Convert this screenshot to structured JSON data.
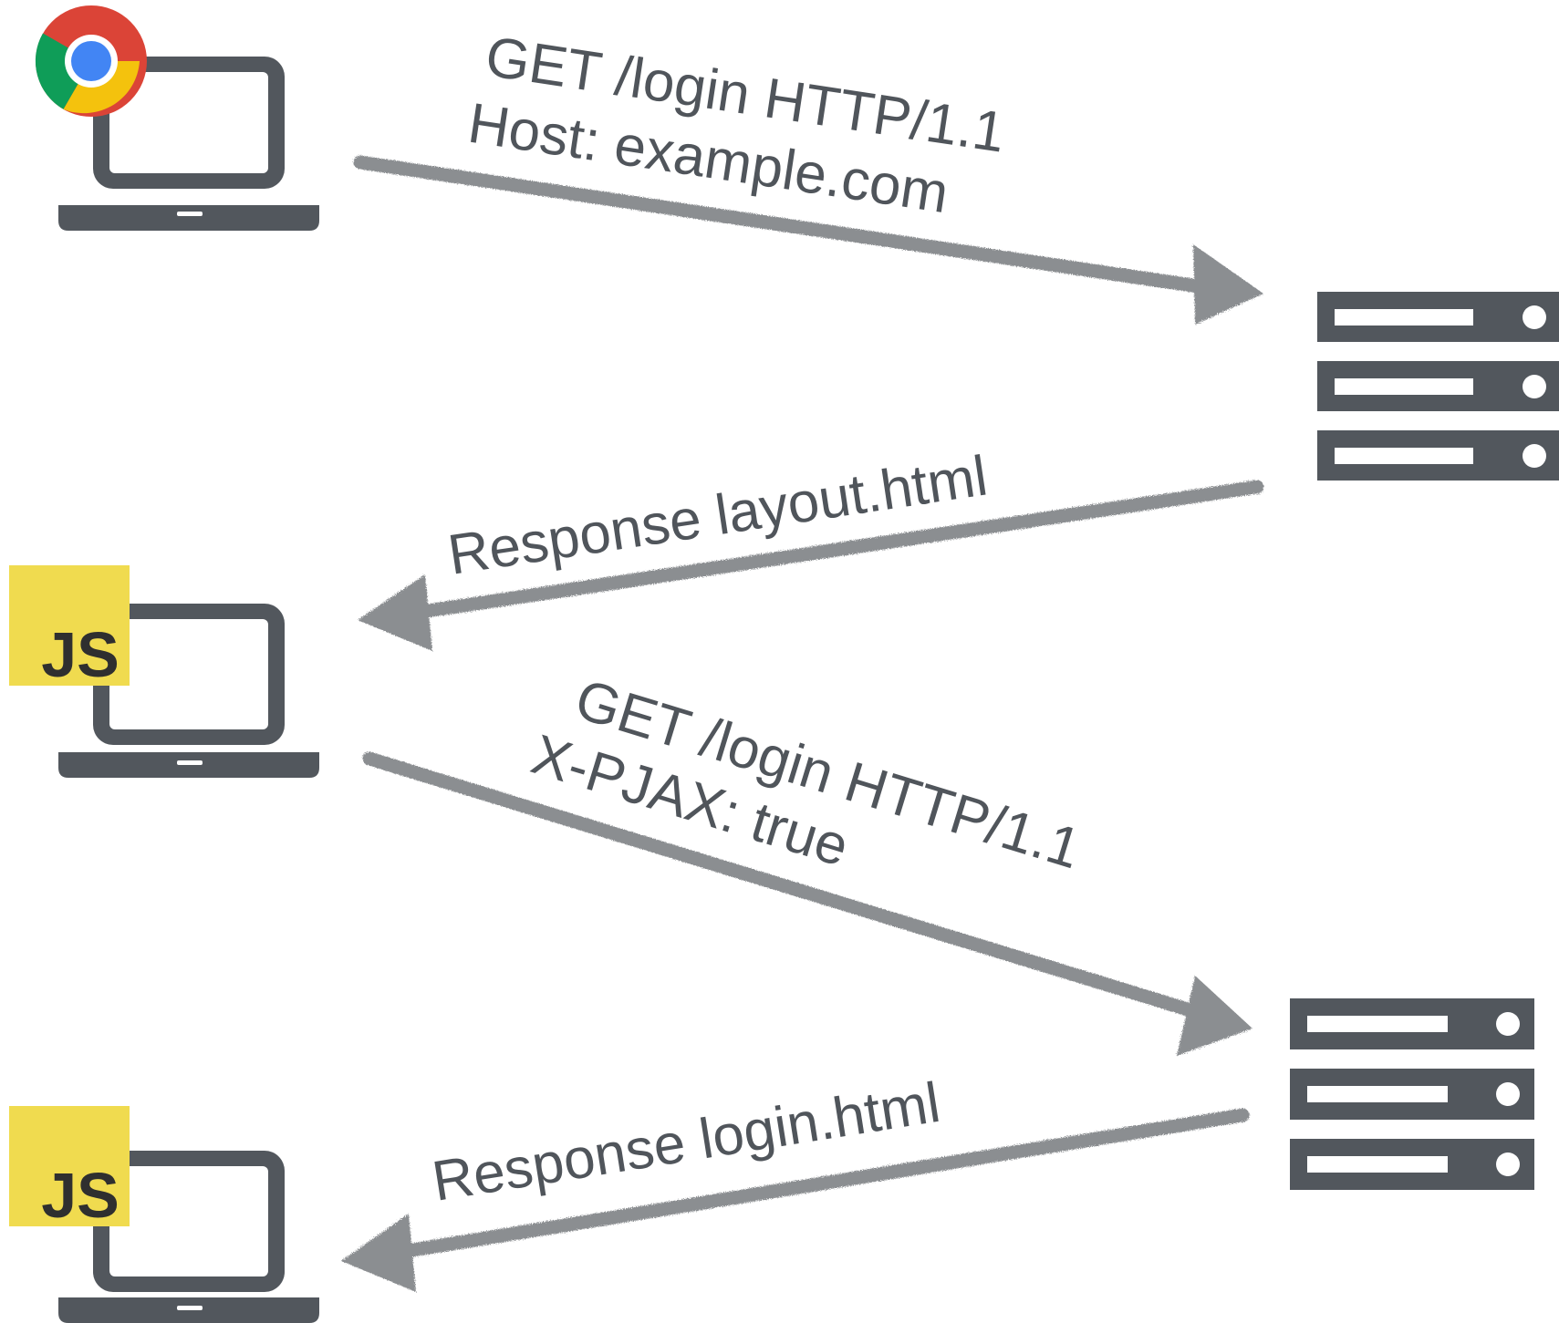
{
  "colors": {
    "device": "#52575d",
    "arrow": "#8b8e91",
    "text": "#50555b",
    "js_badge": "#f0db4f",
    "js_text": "#2f2f2f",
    "chrome_red": "#db4437",
    "chrome_yellow": "#f4c20d",
    "chrome_green": "#0f9d58",
    "chrome_blue": "#4285f4"
  },
  "icons": {
    "client_browser": "laptop-with-chrome-icon",
    "client_js": "laptop-with-js-icon",
    "server": "server-rack-icon"
  },
  "badges": {
    "js_label": "JS"
  },
  "messages": {
    "request1": {
      "line1": "GET /login HTTP/1.1",
      "line2": "Host: example.com"
    },
    "response1": {
      "line1": "Response layout.html"
    },
    "request2": {
      "line1": "GET /login HTTP/1.1",
      "line2": "X-PJAX: true"
    },
    "response2": {
      "line1": "Response login.html"
    }
  }
}
